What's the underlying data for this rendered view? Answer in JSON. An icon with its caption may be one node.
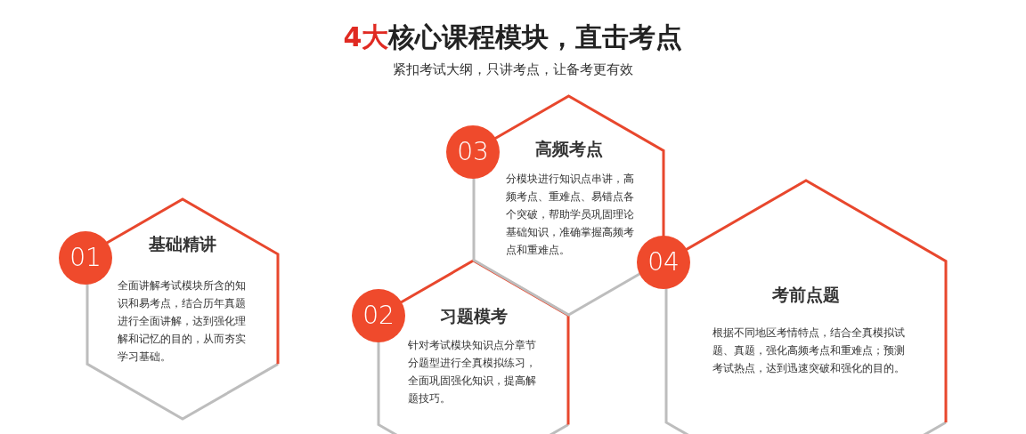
{
  "diagram": {
    "title": "**4大**核心课程模块，直击考点",
    "nodes": [
      {
        "text": [
          "01"
        ]
      },
      {
        "text": [
          "基础精讲",
          "全面讲解考试模块所含的知识和易考点，结合历年真题进行全面讲解，达到强化理解和记忆的目的，从而夯实学习基础。"
        ]
      },
      {
        "text": [
          "02"
        ]
      },
      {
        "text": [
          "习题模考",
          "针对考试模块知识点分章节分题型进行全真模拟练习，全面巩固强化知识，提高解题技巧。"
        ]
      },
      {
        "text": [
          "03"
        ]
      },
      {
        "text": [
          "高频考点",
          "分模块进行知识点串讲，高频考点、重难点、易错点各个突破，帮助学员巩固理论基础知识，准确掌握高频考点和重难点。"
        ]
      },
      {
        "text": [
          "04"
        ]
      },
      {
        "text": [
          "考前点题",
          "根据不同地区考情特点，结合全真模拟试题、真题，强化高频考点和重难点；预测考试热点，达到迅速突破和强化的目的。"
        ]
      }
    ],
    "labels": [
      "紧扣考试大纲，只讲考点，让备考更有效"
    ]
  }
}
